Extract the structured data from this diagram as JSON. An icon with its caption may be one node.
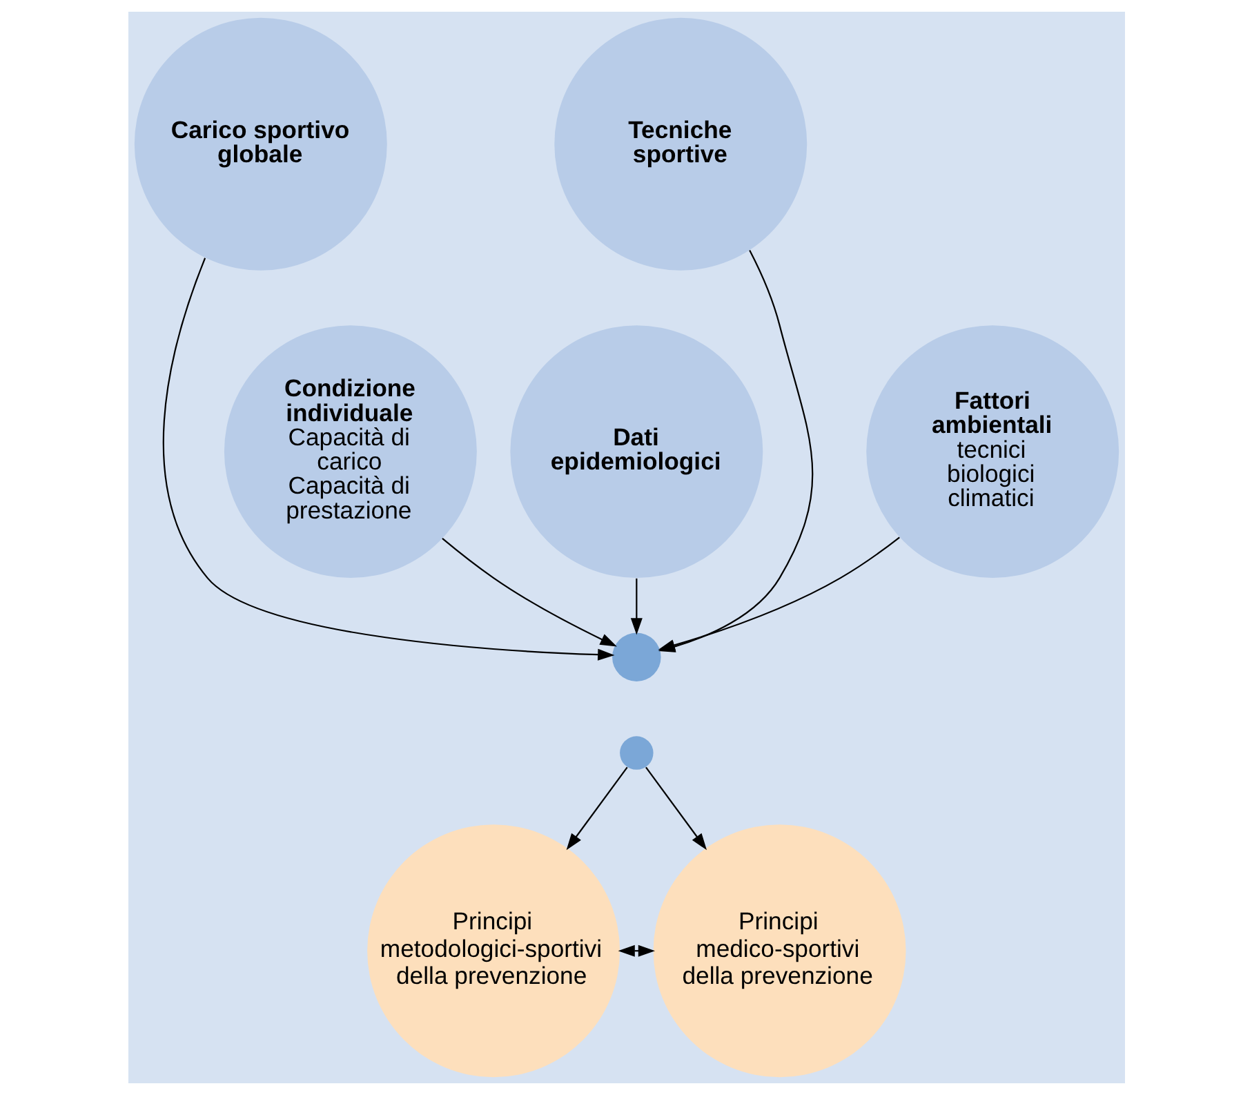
{
  "diagram": {
    "nodes": [
      {
        "text": [
          "Carico sportivo globale"
        ]
      },
      {
        "text": [
          "Tecniche sportive"
        ]
      },
      {
        "text": [
          "Condizione individuale",
          "Capacità di carico",
          "Capacità di prestazione"
        ]
      },
      {
        "text": [
          "Dati epidemiologici"
        ]
      },
      {
        "text": [
          "Fattori ambientali",
          "tecnici",
          "biologici",
          "climatici"
        ]
      },
      {
        "text": [],
        "shape": "circle"
      },
      {
        "text": [],
        "shape": "circle"
      },
      {
        "text": [
          "Principi metodologici-sportivi della prevenzione"
        ]
      },
      {
        "text": [
          "Principi medico-sportivi della prevenzione"
        ]
      }
    ],
    "edges": [
      {
        "from": 3,
        "to": 5,
        "arrow": "to"
      },
      {
        "from": 0,
        "to": 5,
        "arrow": "to"
      },
      {
        "from": 2,
        "to": 5,
        "arrow": "to"
      },
      {
        "from": 1,
        "to": 5,
        "arrow": "to"
      },
      {
        "from": 4,
        "to": 5,
        "arrow": "to"
      },
      {
        "from": 6,
        "to": 7,
        "arrow": "to"
      },
      {
        "from": 6,
        "to": 8,
        "arrow": "to"
      },
      {
        "from": 7,
        "to": 8,
        "arrow": "both"
      }
    ]
  }
}
